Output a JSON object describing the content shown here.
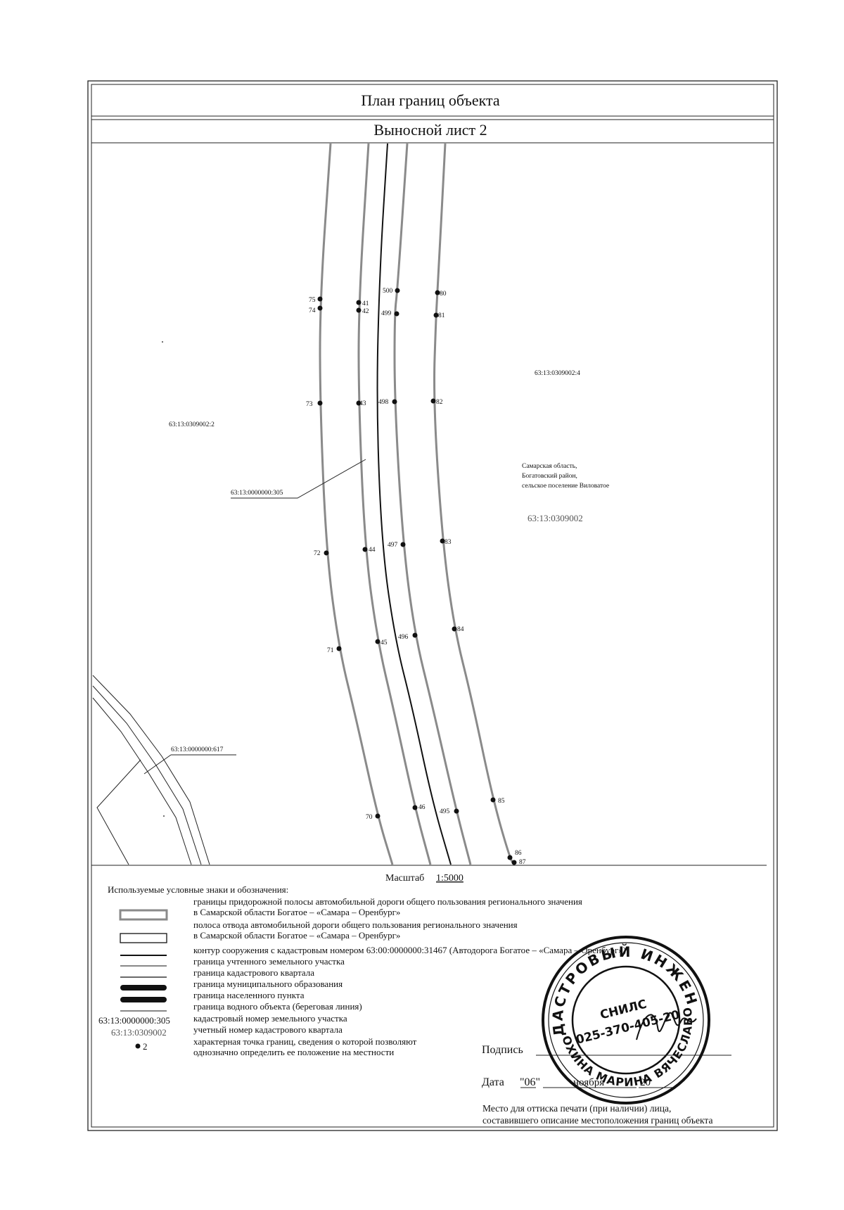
{
  "document": {
    "title": "План границ объекта",
    "sheet": "Выносной лист 2"
  },
  "labels": {
    "parcel_left": "63:13:0309002:2",
    "parcel_right": "63:13:0309002:4",
    "parcel_road": "63:13:0000000:305",
    "parcel_rail": "63:13:0000000:617",
    "address": [
      "Самарская область,",
      "Богатовский район,",
      "сельское поселение Виловатое"
    ],
    "quarter": "63:13:0309002"
  },
  "points": {
    "p75": "75",
    "p74": "74",
    "p41": "41",
    "p42": "42",
    "p500": "500",
    "p499": "499",
    "p80": "80",
    "p81": "81",
    "p73": "73",
    "p43": "43",
    "p498": "498",
    "p82": "82",
    "p72": "72",
    "p44": "44",
    "p497": "497",
    "p83": "83",
    "p71": "71",
    "p45": "45",
    "p496": "496",
    "p84": "84",
    "p70": "70",
    "p46": "46",
    "p495": "495",
    "p85": "85",
    "p86": "86",
    "p87": "87"
  },
  "scale": {
    "label": "Масштаб",
    "value": "1:5000"
  },
  "legend": {
    "title": "Используемые условные знаки и обозначения:",
    "items": [
      [
        "границы придорожной полосы автомобильной дороги общего пользования регионального значения",
        "в Самарской области Богатое – «Самара – Оренбург»"
      ],
      [
        "полоса отвода автомобильной дороги общего пользования регионального значения",
        "в Самарской области Богатое – «Самара – Оренбург»"
      ],
      [
        "контур сооружения с кадастровым номером 63:00:0000000:31467  (Автодорога Богатое – «Самара – Оренбург»)"
      ],
      [
        "граница учтенного земельного участка"
      ],
      [
        "граница кадастрового квартала"
      ],
      [
        "граница муниципального образования"
      ],
      [
        "граница населенного пункта"
      ],
      [
        "граница водного объекта (береговая линия)"
      ],
      [
        "кадастровый номер земельного участка"
      ],
      [
        "учетный номер кадастрового квартала"
      ],
      [
        "характерная точка границ, сведения о которой позволяют",
        "однозначно определить ее положение на местности"
      ]
    ],
    "sample_cad": "63:13:0000000:305",
    "sample_quarter": "63:13:0309002",
    "sample_point": "2"
  },
  "signature": {
    "sign_label": "Подпись",
    "date_label": "Дата",
    "date_day": "\"06\"",
    "date_month": "ноября",
    "date_year": "20",
    "stamp_place": [
      "Место для оттиска печати (при наличии) лица,",
      "составившего описание местоположения границ объекта"
    ]
  },
  "stamp": {
    "top": "КАДАСТРОВЫЙ ИНЖЕНЕР",
    "bottom": "НЕХОХИНА МАРИНА ВЯЧЕСЛАВОВНА",
    "snils_label": "СНИЛС",
    "snils": "025-370-405-20"
  }
}
